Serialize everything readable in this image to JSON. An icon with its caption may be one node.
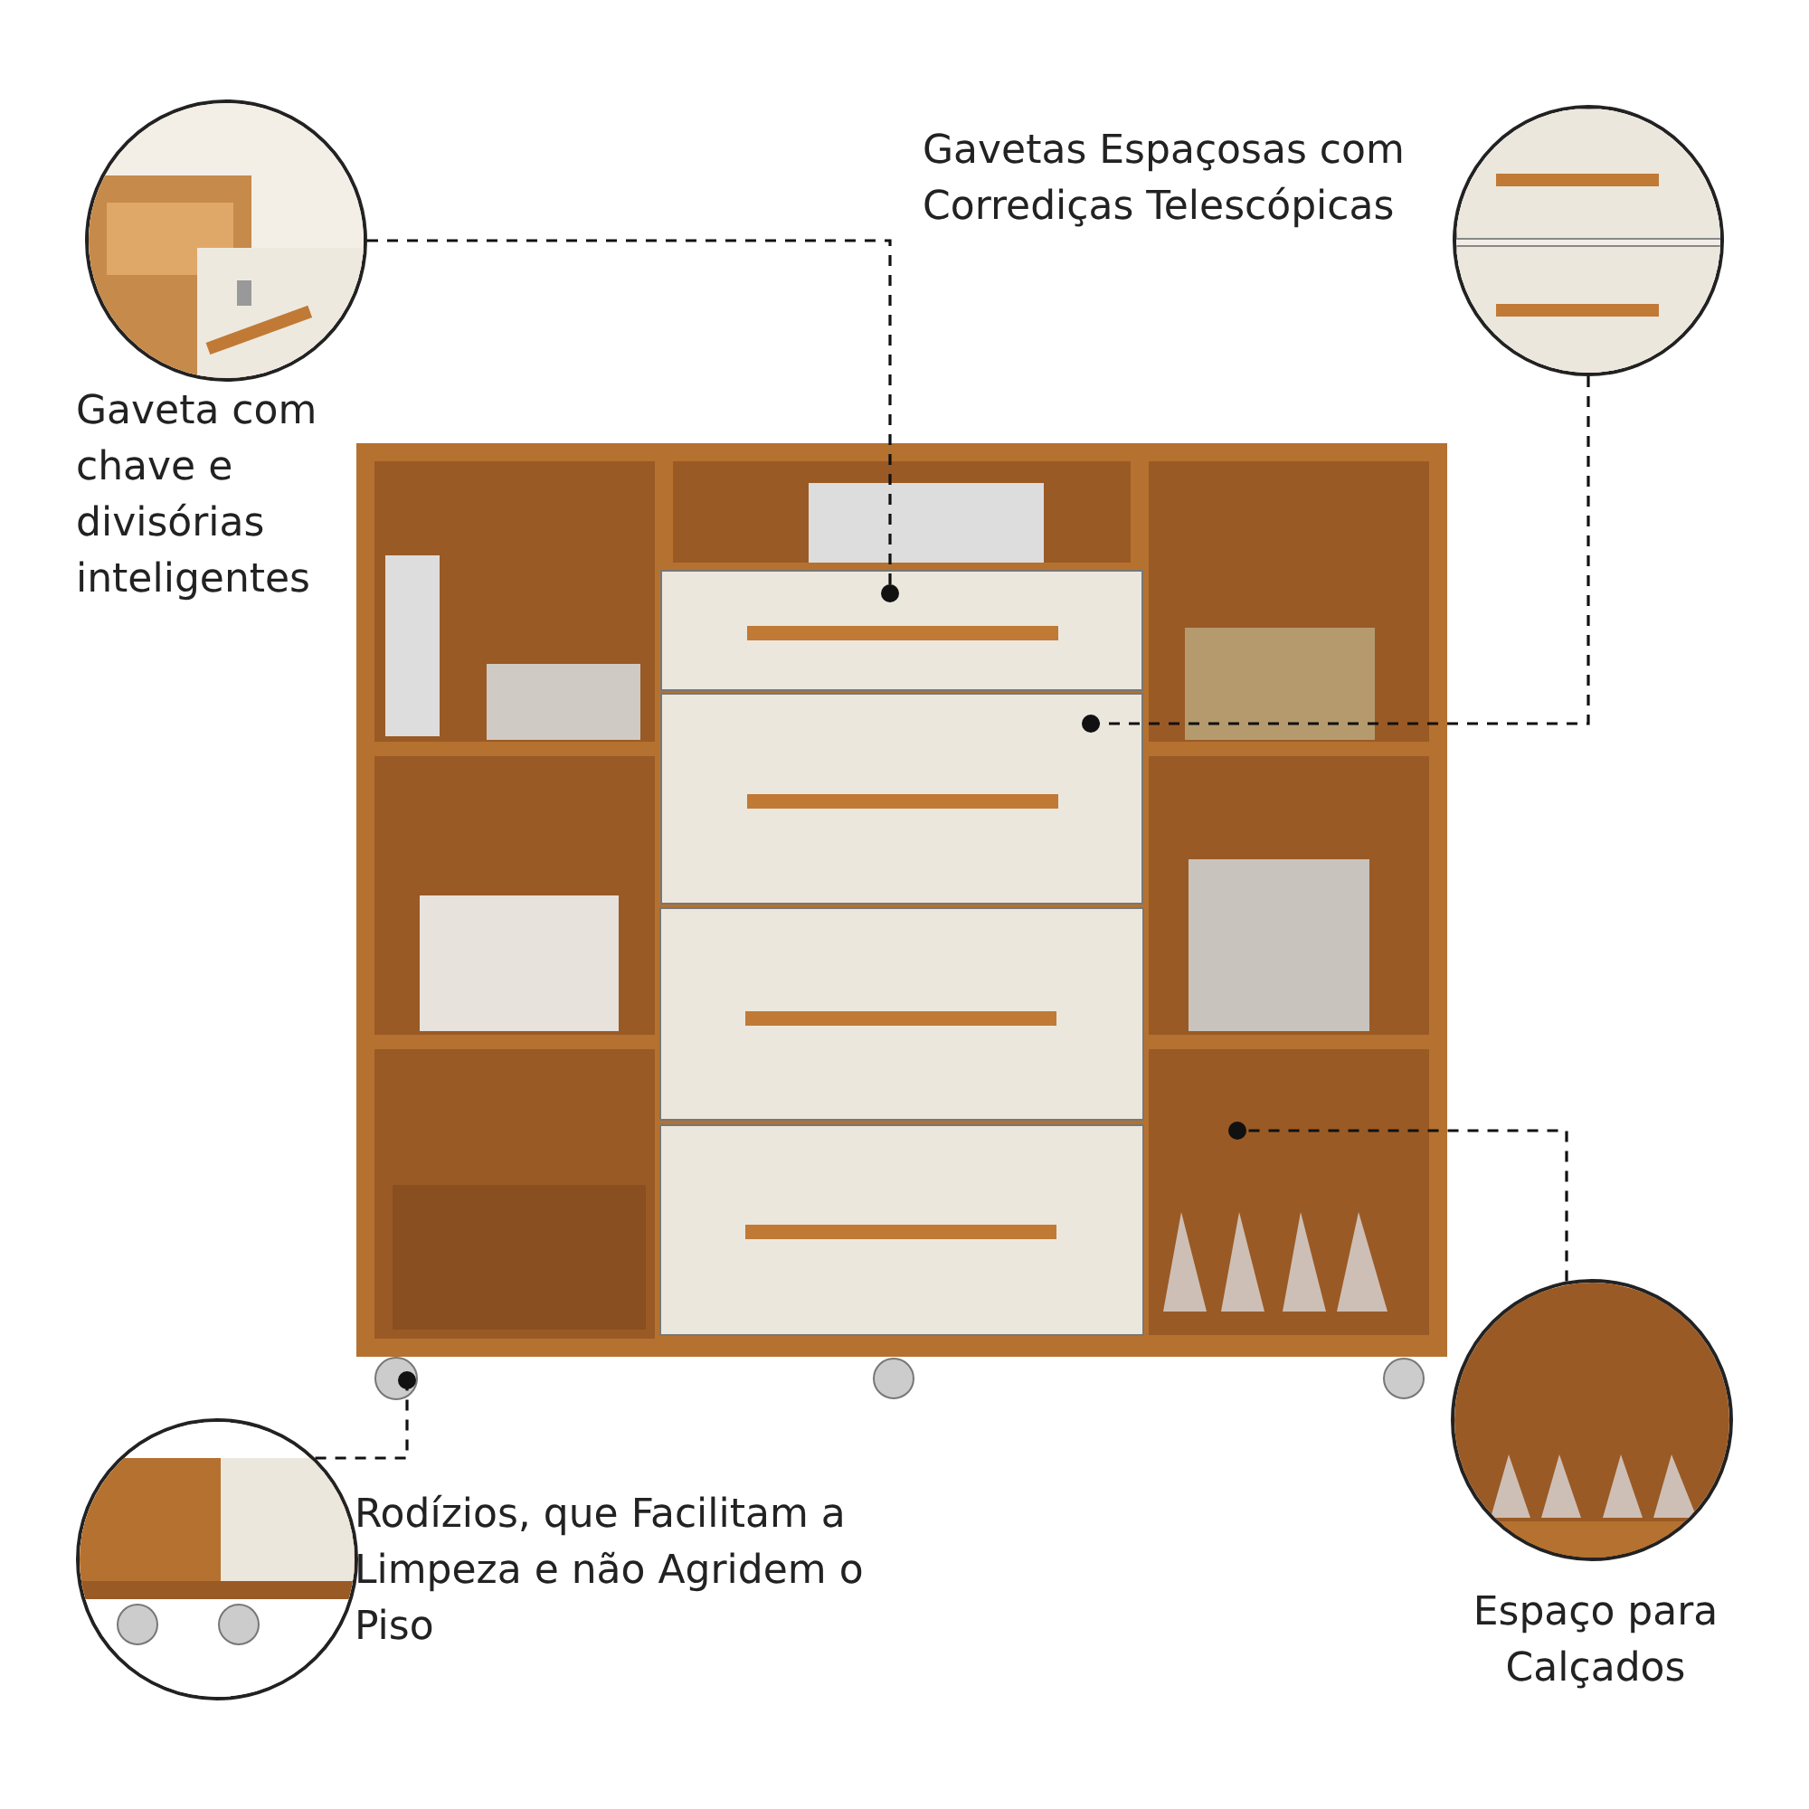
{
  "diagram": {
    "nodes": [
      {
        "text": [],
        "shape": "picture",
        "beside": [
          "Gaveta com chave e divisórias inteligentes"
        ]
      },
      {
        "text": [],
        "shape": "picture",
        "beside": [
          "Gavetas Espaçosas com Corrediças Telescópicas"
        ]
      },
      {
        "text": [],
        "shape": "picture",
        "beside": [
          "Rodízios, que Facilitam a Limpeza e não Agridem o Piso"
        ]
      },
      {
        "text": [],
        "shape": "picture",
        "beside": [
          "Espaço para Calçados"
        ]
      },
      {
        "text": [],
        "shape": "picture"
      },
      {
        "text": [],
        "shape": "box",
        "in": 4
      },
      {
        "text": [],
        "shape": "box",
        "in": 4
      },
      {
        "text": [],
        "shape": "circle",
        "in": 4
      },
      {
        "text": [],
        "shape": "box",
        "in": 4
      }
    ],
    "edges": [
      {
        "from": 0,
        "to": 5,
        "arrow": "other",
        "style": "dashed"
      },
      {
        "from": 1,
        "to": 6,
        "arrow": "other",
        "style": "dashed"
      },
      {
        "from": 2,
        "to": 7,
        "arrow": "other",
        "style": "dashed"
      },
      {
        "from": 3,
        "to": 8,
        "arrow": "other",
        "style": "dashed"
      }
    ]
  }
}
